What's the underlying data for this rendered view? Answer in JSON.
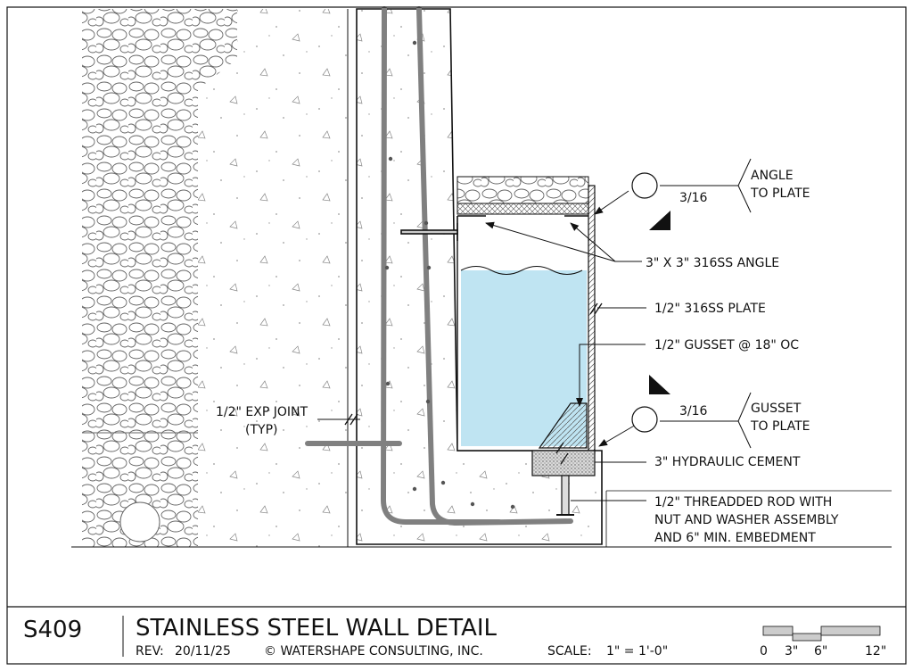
{
  "labels": {
    "angle_to_plate": [
      "ANGLE",
      "TO PLATE"
    ],
    "weld_size_top": "3/16",
    "angle": "3\" X 3\" 316SS ANGLE",
    "plate": "1/2\" 316SS PLATE",
    "gusset": "1/2\" GUSSET @ 18\" OC",
    "gusset_to_plate": [
      "GUSSET",
      "TO PLATE"
    ],
    "weld_size_bottom": "3/16",
    "cement": "3\" HYDRAULIC CEMENT",
    "rod": [
      "1/2\" THREADDED ROD WITH",
      "NUT AND WASHER ASSEMBLY",
      "AND 6\" MIN. EMBEDMENT"
    ],
    "exp_joint": [
      "1/2\" EXP JOINT",
      "(TYP)"
    ]
  },
  "title_block": {
    "sheet": "S409",
    "title": "STAINLESS STEEL WALL DETAIL",
    "rev_label": "REV:",
    "rev_value": "20/11/25",
    "company": "© WATERSHAPE CONSULTING, INC.",
    "scale_label": "SCALE:",
    "scale_value": "1\" = 1'-0\""
  },
  "scale_bar": {
    "ticks": [
      "0",
      "3\"",
      "6\"",
      "12\""
    ]
  },
  "colors": {
    "water": "#bfe4f2",
    "line": "#111111",
    "rebar": "#808080"
  }
}
